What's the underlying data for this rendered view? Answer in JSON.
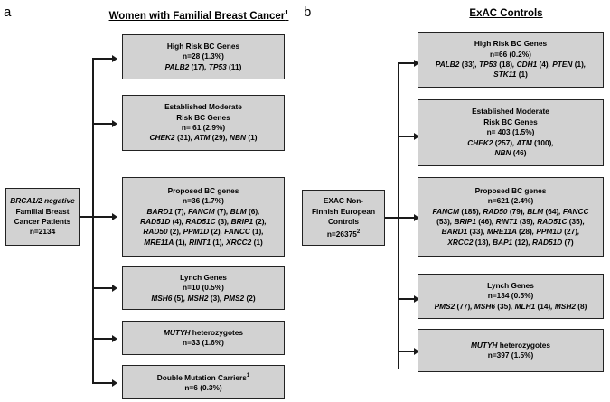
{
  "panels": [
    {
      "label": "a",
      "title": "Women with Familial Breast Cancer",
      "title_sup": "1",
      "source": {
        "lines": [
          "BRCA1/2 negative",
          "Familial Breast",
          "Cancer Patients",
          "n=2134"
        ]
      },
      "nodes": [
        {
          "heading": [
            "High Risk BC Genes"
          ],
          "count": "n=28 (1.3%)",
          "genes": [
            "PALB2 (17), TP53 (11)"
          ]
        },
        {
          "heading": [
            "Established Moderate",
            "Risk BC Genes"
          ],
          "count": "n= 61 (2.9%)",
          "genes": [
            "CHEK2 (31), ATM (29), NBN (1)"
          ]
        },
        {
          "heading": [
            "Proposed BC genes"
          ],
          "count": "n=36 (1.7%)",
          "genes": [
            "BARD1 (7), FANCM (7), BLM (6),",
            "RAD51D (4), RAD51C (3), BRIP1 (2),",
            "RAD50 (2), PPM1D (2), FANCC (1),",
            "MRE11A (1), RINT1 (1), XRCC2 (1)"
          ]
        },
        {
          "heading": [
            "Lynch Genes"
          ],
          "count": "n=10 (0.5%)",
          "genes": [
            "MSH6 (5), MSH2 (3), PMS2 (2)"
          ]
        },
        {
          "heading": [
            "MUTYH heterozygotes"
          ],
          "heading_italic_prefix": "MUTYH",
          "count": "n=33  (1.6%)",
          "genes": []
        },
        {
          "heading": [
            "Double Mutation Carriers"
          ],
          "heading_sup": "1",
          "count": "n=6  (0.3%)",
          "genes": []
        }
      ]
    },
    {
      "label": "b",
      "title": "ExAC Controls",
      "title_sup": "",
      "source": {
        "lines": [
          "EXAC Non-",
          "Finnish European",
          "Controls",
          "n=26375"
        ],
        "last_sup": "2"
      },
      "nodes": [
        {
          "heading": [
            "High Risk BC Genes"
          ],
          "count": "n=66 (0.2%)",
          "genes": [
            "PALB2 (33), TP53 (18), CDH1 (4), PTEN (1),",
            "STK11 (1)"
          ]
        },
        {
          "heading": [
            "Established Moderate",
            "Risk BC Genes"
          ],
          "count": "n= 403 (1.5%)",
          "genes": [
            "CHEK2 (257), ATM (100),",
            "NBN (46)"
          ]
        },
        {
          "heading": [
            "Proposed BC genes"
          ],
          "count": "n=621 (2.4%)",
          "genes": [
            "FANCM (185), RAD50 (79), BLM (64), FANCC",
            "(53), BRIP1 (46), RINT1 (39), RAD51C (35),",
            "BARD1 (33), MRE11A (28), PPM1D (27),",
            "XRCC2 (13), BAP1 (12), RAD51D (7)"
          ]
        },
        {
          "heading": [
            "Lynch Genes"
          ],
          "count": "n=134 (0.5%)",
          "genes": [
            "PMS2 (77), MSH6 (35), MLH1 (14), MSH2 (8)"
          ]
        },
        {
          "heading": [
            "MUTYH heterozygotes"
          ],
          "heading_italic_prefix": "MUTYH",
          "count": "n=397 (1.5%)",
          "genes": []
        }
      ]
    }
  ],
  "colors": {
    "node_fill": "#d2d2d2",
    "node_border": "#222222",
    "connector": "#1a1a1a",
    "background": "#ffffff",
    "text": "#000000"
  }
}
